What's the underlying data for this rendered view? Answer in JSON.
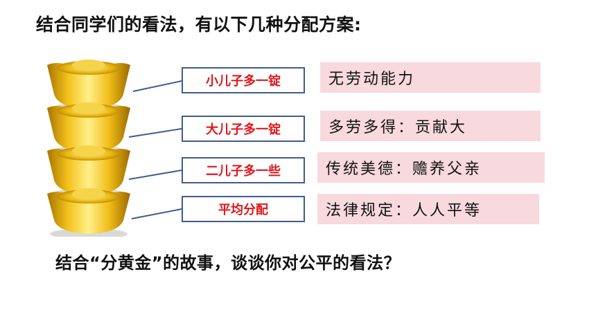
{
  "title": "结合同学们的看法，有以下几种分配方案:",
  "question": "结合“分黄金”的故事，谈谈你对公平的看法？",
  "colors": {
    "option_text_red": "#e0161b",
    "option_border": "#3f5b8e",
    "reason_bg": "#f7d9de",
    "gold": "#e8b612"
  },
  "options": [
    {
      "label": "小儿子多一锭",
      "color": "red"
    },
    {
      "label": "大儿子多一锭",
      "color": "red"
    },
    {
      "label": "二儿子多一些",
      "color": "red"
    },
    {
      "label": "平均分配",
      "color": "red"
    }
  ],
  "reasons": [
    {
      "text": "无劳动能力"
    },
    {
      "text": "多劳多得：贡献大"
    },
    {
      "text": "传统美德：赡养父亲"
    },
    {
      "text": "法律规定：人人平等"
    }
  ],
  "images": {
    "ingot_stack": "gold-ingot-stack-image"
  }
}
